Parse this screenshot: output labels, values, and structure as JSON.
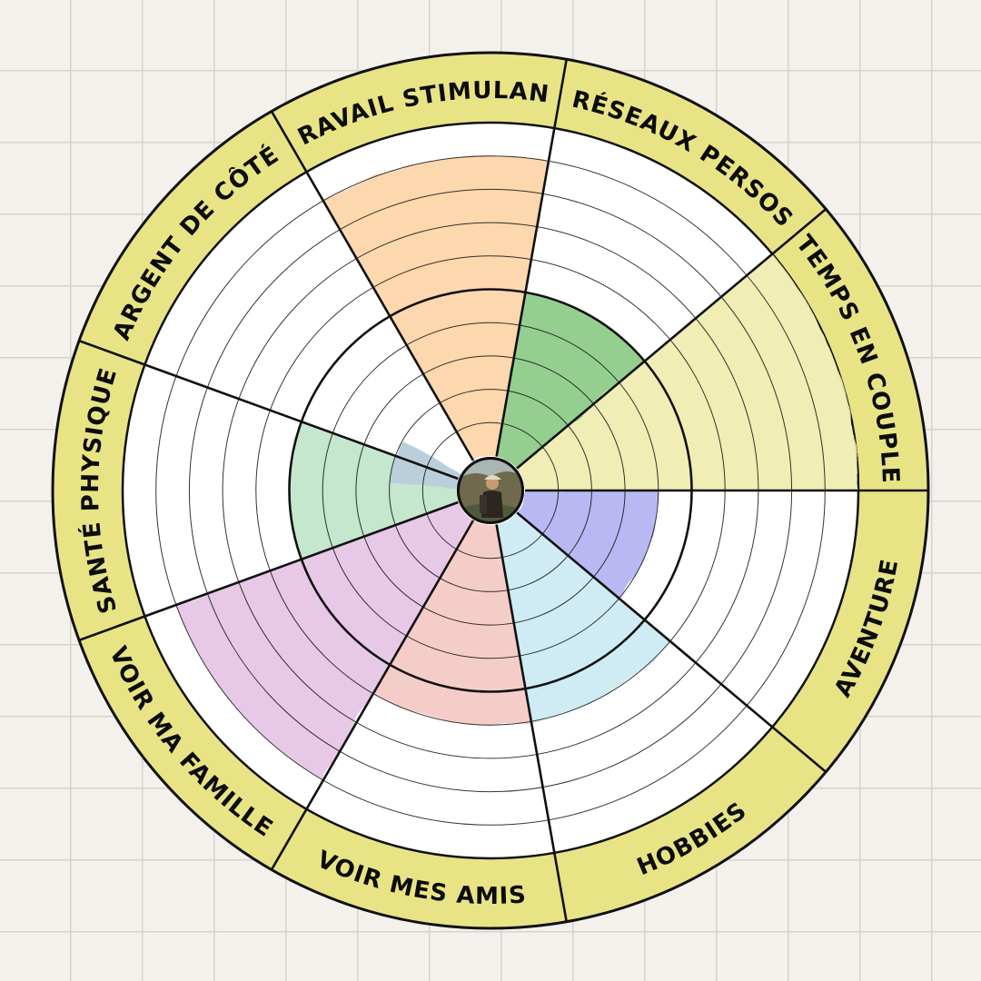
{
  "wheel": {
    "levels": 10,
    "band_color": "#e8e486",
    "categories": [
      {
        "label": "SANTÉ PHYSIQUE",
        "score": 5,
        "color": "#bfe6c9"
      },
      {
        "label": "ARGENT DE CÔTÉ",
        "score": 0,
        "color": "#ffffff"
      },
      {
        "label": "TRAVAIL STIMULANT",
        "score": 9,
        "color": "#fdd4a8"
      },
      {
        "label": "RÉSEAUX PERSOS",
        "score": 5,
        "color": "#8ccb86"
      },
      {
        "label": "TEMPS EN COUPLE",
        "score": 10,
        "color": "#efedaf"
      },
      {
        "label": "AVENTURE",
        "score": 4,
        "color": "#b5b3f2"
      },
      {
        "label": "HOBBIES",
        "score": 6,
        "color": "#cbeaf2"
      },
      {
        "label": "VOIR MES AMIS",
        "score": 6,
        "color": "#f5c9c4"
      },
      {
        "label": "VOIR MA FAMILLE",
        "score": 9,
        "color": "#e7c4e5"
      }
    ],
    "extra_wedges": [
      {
        "start_index": 0,
        "span": 0.4,
        "score": 2,
        "color": "#b5ccd8"
      }
    ],
    "center_photo": "person-photo"
  }
}
